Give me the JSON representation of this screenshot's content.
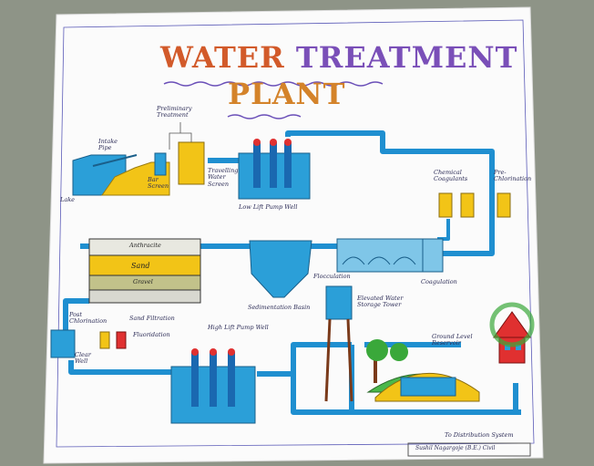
{
  "poster": {
    "title_word1": "WATER",
    "title_word2": "TREATMENT",
    "title_line2": "PLANT",
    "labels": {
      "intake_pipe": "Intake\nPipe",
      "lake": "Lake",
      "preliminary_treatment": "Preliminary\nTreatment",
      "bar_screen": "Bar\nScreen",
      "travelling_water_screen": "Travelling\nWater\nScreen",
      "low_lift_pump_well": "Low Lift Pump Well",
      "chemical_coagulants": "Chemical\nCoagulants",
      "pre_chlorination": "Pre-\nChlorination",
      "anthracite": "Anthracite",
      "sand": "Sand",
      "gravel": "Gravel",
      "sand_filtration": "Sand Filtration",
      "sedimentation_basin": "Sedimentation Basin",
      "flocculation": "Flocculation",
      "coagulation": "Coagulation",
      "post_chlorination": "Post\nChlorination",
      "clear_well": "Clear\nWell",
      "fluoridation": "Fluoridation",
      "high_lift_pump_well": "High Lift Pump Well",
      "elevated_water_storage_tower": "Elevated Water\nStorage Tower",
      "ground_level_reservoir": "Ground Level\nReservoir",
      "to_distribution_system": "To Distribution System",
      "signature": "Sushil Nagargoje (B.E.) Civil"
    }
  },
  "colors": {
    "pipe": "#1f8fd0",
    "water": "#2b9fd8",
    "yellow": "#f2c417",
    "paper": "#fbfbfb"
  }
}
